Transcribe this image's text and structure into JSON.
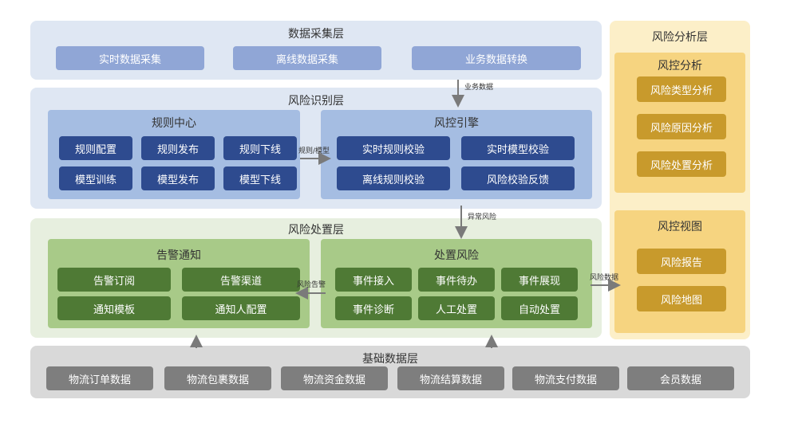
{
  "collect": {
    "title": "数据采集层",
    "items": [
      "实时数据采集",
      "离线数据采集",
      "业务数据转换"
    ]
  },
  "recognition": {
    "title": "风险识别层",
    "rules": {
      "title": "规则中心",
      "items": [
        "规则配置",
        "规则发布",
        "规则下线",
        "模型训练",
        "模型发布",
        "模型下线"
      ]
    },
    "engine": {
      "title": "风控引擎",
      "items": [
        "实时规则校验",
        "实时模型校验",
        "离线规则校验",
        "风险校验反馈"
      ]
    }
  },
  "handling": {
    "title": "风险处置层",
    "alert": {
      "title": "告警通知",
      "items": [
        "告警订阅",
        "告警渠道",
        "通知模板",
        "通知人配置"
      ]
    },
    "dispose": {
      "title": "处置风险",
      "items": [
        "事件接入",
        "事件待办",
        "事件展现",
        "事件诊断",
        "人工处置",
        "自动处置"
      ]
    }
  },
  "base": {
    "title": "基础数据层",
    "items": [
      "物流订单数据",
      "物流包裹数据",
      "物流资金数据",
      "物流结算数据",
      "物流支付数据",
      "会员数据"
    ]
  },
  "analysis": {
    "title": "风险分析层",
    "control": {
      "title": "风控分析",
      "items": [
        "风险类型分析",
        "风险原因分析",
        "风险处置分析"
      ]
    },
    "view": {
      "title": "风控视图",
      "items": [
        "风险报告",
        "风险地图"
      ]
    }
  },
  "arrows": {
    "business_data": "业务数据",
    "rule_model": "规则/模型",
    "abnormal_risk": "异常风险",
    "risk_alert": "风险告警",
    "risk_data": "风险数据"
  },
  "colors": {
    "blue_dark": "#2e4b8f",
    "green_dark": "#4f7a35",
    "gold": "#c89a2c",
    "gray": "#7e7e7e"
  }
}
